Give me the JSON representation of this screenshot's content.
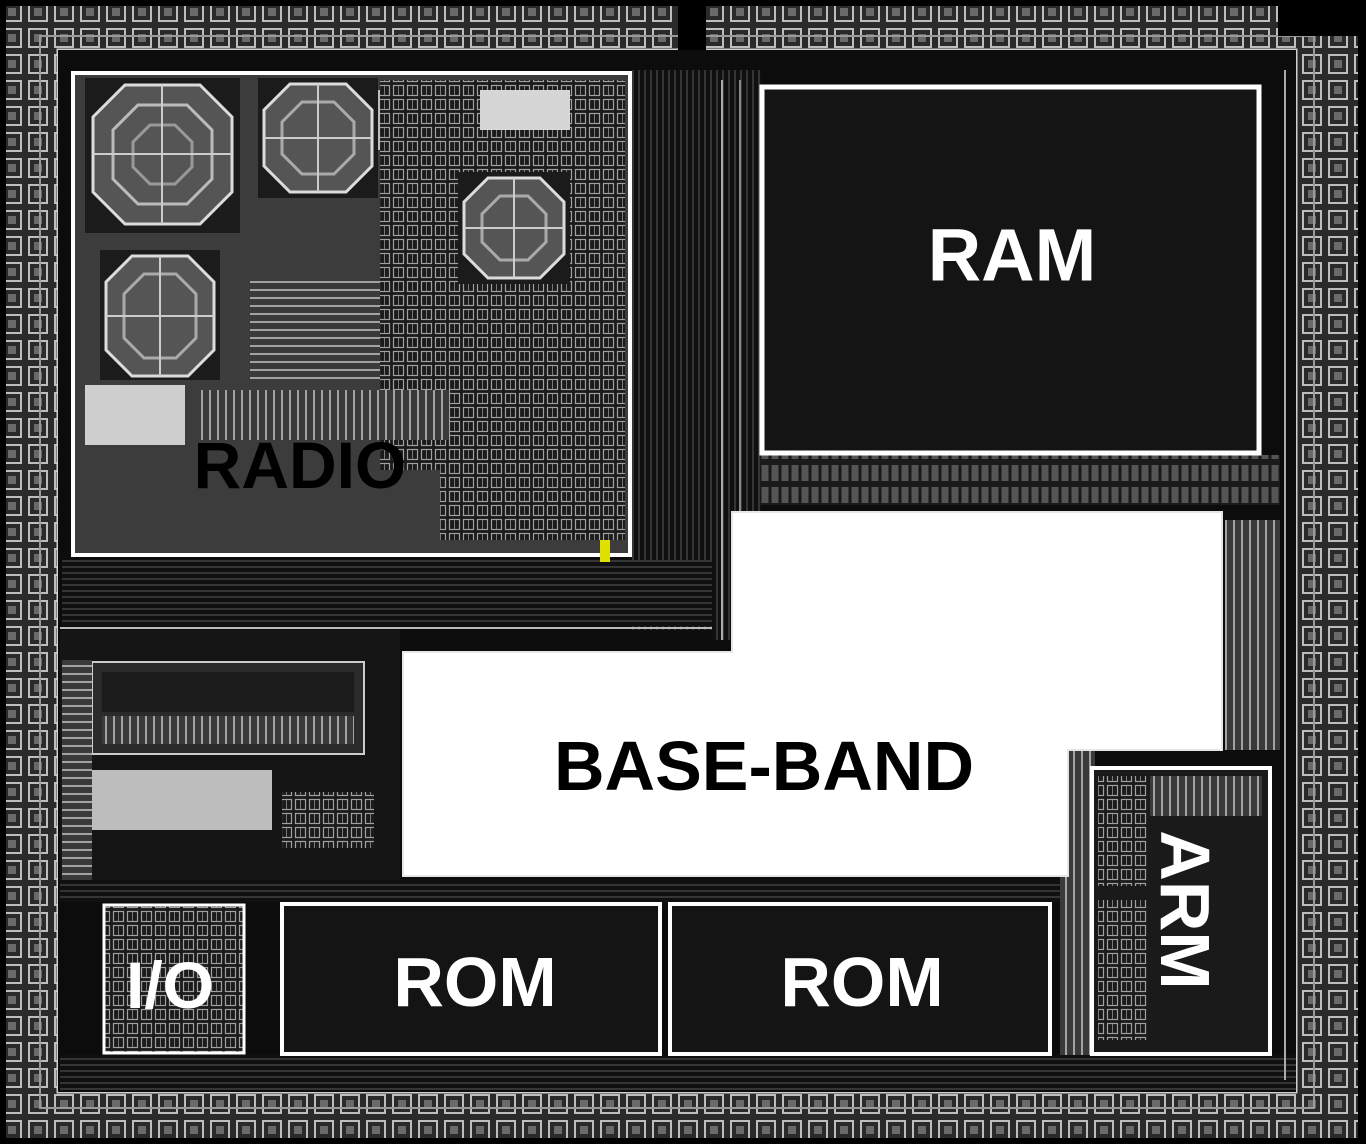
{
  "blocks": {
    "radio": {
      "label": "RADIO"
    },
    "ram": {
      "label": "RAM"
    },
    "baseband": {
      "label": "BASE-BAND"
    },
    "arm": {
      "label": "ARM"
    },
    "io": {
      "label": "I/O"
    },
    "rom1": {
      "label": "ROM"
    },
    "rom2": {
      "label": "ROM"
    }
  },
  "colors": {
    "background": "#000000",
    "circuitry": "#8a8a8a",
    "block_fill_dark": "#141414",
    "block_outline": "#ffffff",
    "baseband_fill": "#ffffff",
    "label_light": "#ffffff",
    "label_dark": "#000000"
  }
}
